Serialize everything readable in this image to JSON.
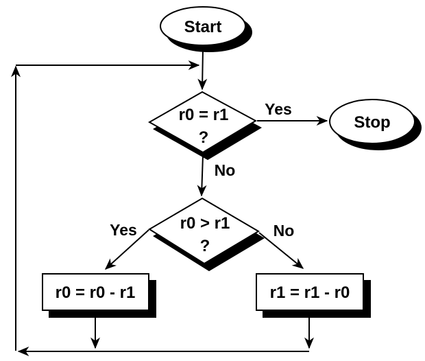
{
  "diagram": {
    "type": "flowchart",
    "description": "GCD by repeated subtraction flowchart",
    "colors": {
      "line": "#000000",
      "shape_fill": "#ffffff",
      "shadow": "#000000",
      "text": "#000000",
      "background": "#ffffff"
    },
    "nodes": {
      "start": {
        "shape": "oval",
        "label": "Start"
      },
      "stop": {
        "shape": "oval",
        "label": "Stop"
      },
      "decision_r0_eq_r1": {
        "shape": "diamond",
        "label": "r0 = r1",
        "question": "?"
      },
      "decision_r0_gt_r1": {
        "shape": "diamond",
        "label": "r0 > r1",
        "question": "?"
      },
      "process_subtract_r1": {
        "shape": "rectangle",
        "label": "r0 = r0 - r1"
      },
      "process_subtract_r0": {
        "shape": "rectangle",
        "label": "r1 = r1 - r0"
      }
    },
    "edge_labels": {
      "decision1_yes": "Yes",
      "decision1_no": "No",
      "decision2_yes": "Yes",
      "decision2_no": "No"
    }
  }
}
